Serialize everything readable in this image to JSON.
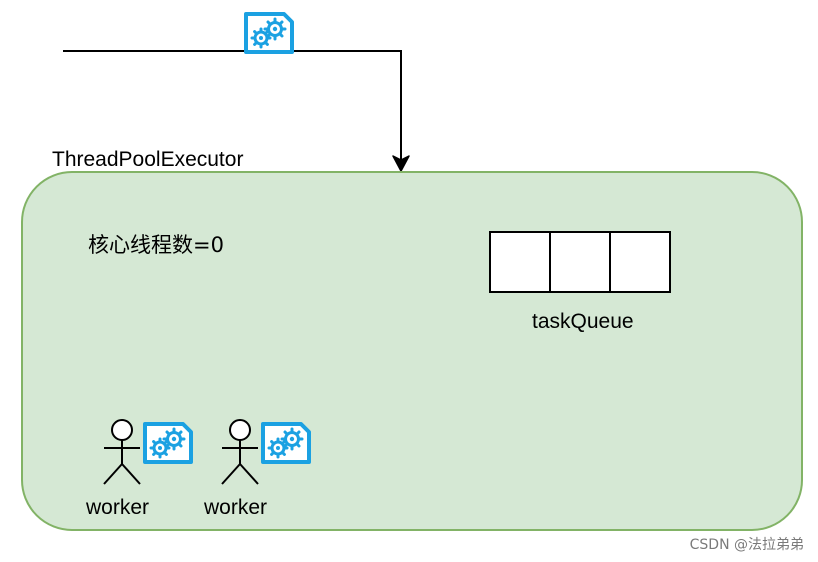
{
  "executor": {
    "title": "ThreadPoolExecutor",
    "core_thread_count": "核心线程数=0",
    "fill_color": "#d5e8d4",
    "stroke_color": "#82b366"
  },
  "task_queue": {
    "label": "taskQueue",
    "slot_count": 3
  },
  "workers": [
    {
      "label": "worker",
      "task_icon": "gear-task-icon"
    },
    {
      "label": "worker",
      "task_icon": "gear-task-icon"
    }
  ],
  "incoming_task": {
    "icon": "gear-task-icon",
    "accent_color": "#1ba1e2"
  },
  "watermark": "CSDN @法拉弟弟"
}
